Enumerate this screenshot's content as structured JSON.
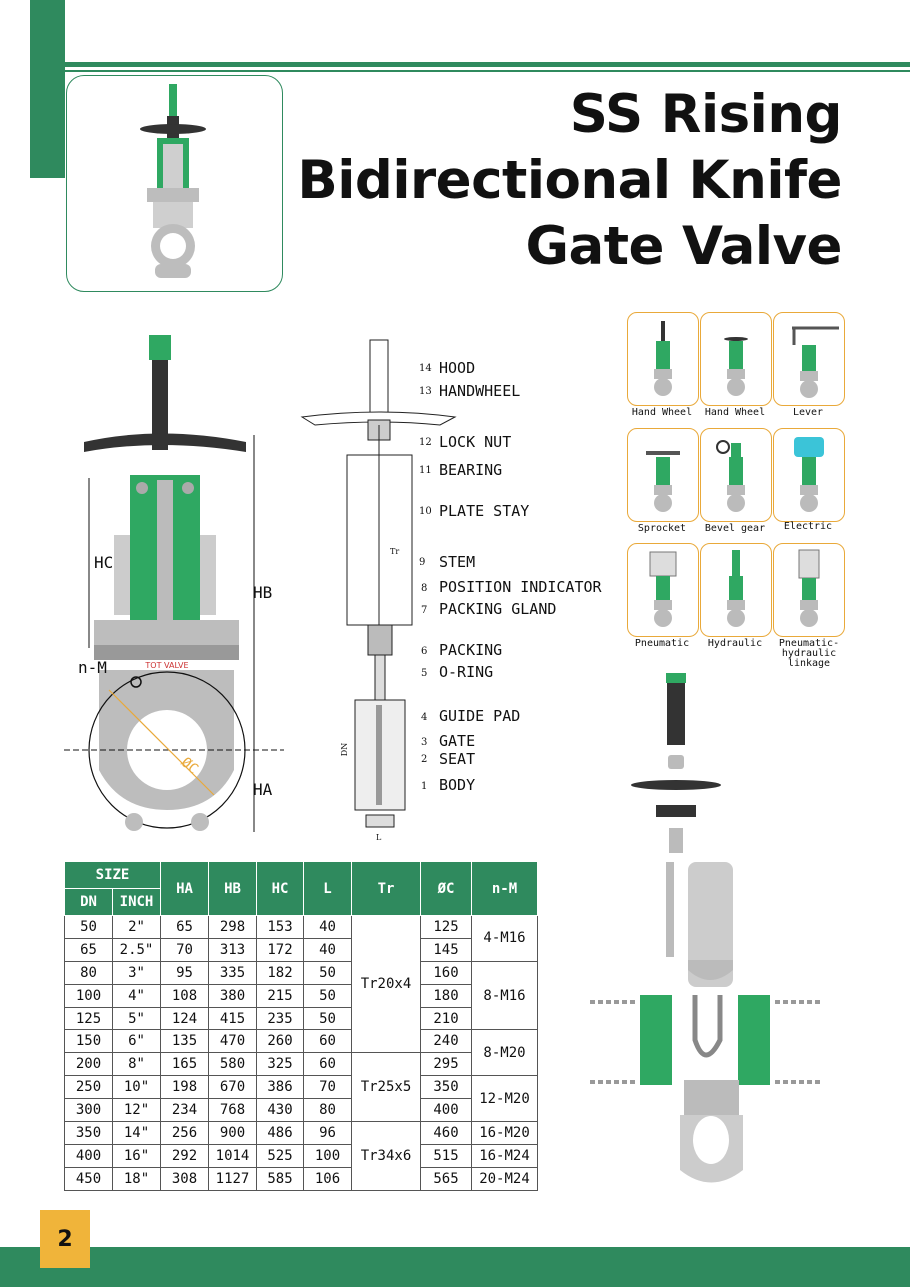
{
  "title": {
    "line1": "SS Rising",
    "line2": "Bidirectional Knife",
    "line3": "Gate Valve"
  },
  "page_number": "2",
  "brand_mark": "TOT VALVE",
  "dimensions": {
    "hc": "HC",
    "hb": "HB",
    "ha": "HA",
    "nm": "n-M",
    "oc": "ØC"
  },
  "section_labels": {
    "dn": "DN",
    "tr": "Tr",
    "l": "L"
  },
  "parts": [
    {
      "no": "14",
      "name": "HOOD"
    },
    {
      "no": "13",
      "name": "HANDWHEEL"
    },
    {
      "no": "12",
      "name": "LOCK NUT"
    },
    {
      "no": "11",
      "name": "BEARING"
    },
    {
      "no": "10",
      "name": "PLATE STAY"
    },
    {
      "no": "9",
      "name": "STEM"
    },
    {
      "no": "8",
      "name": "POSITION INDICATOR"
    },
    {
      "no": "7",
      "name": "PACKING GLAND"
    },
    {
      "no": "6",
      "name": "PACKING"
    },
    {
      "no": "5",
      "name": "O-RING"
    },
    {
      "no": "4",
      "name": "GUIDE PAD"
    },
    {
      "no": "3",
      "name": "GATE"
    },
    {
      "no": "2",
      "name": "SEAT"
    },
    {
      "no": "1",
      "name": "BODY"
    }
  ],
  "operators": [
    {
      "label": "Hand Wheel"
    },
    {
      "label": "Hand Wheel"
    },
    {
      "label": "Lever"
    },
    {
      "label": "Sprocket"
    },
    {
      "label": "Bevel gear"
    },
    {
      "label": "Electric"
    },
    {
      "label": "Pneumatic"
    },
    {
      "label": "Hydraulic"
    },
    {
      "label": "Pneumatic-hydraulic linkage"
    }
  ],
  "table": {
    "header": {
      "size": "SIZE",
      "dn": "DN",
      "inch": "INCH",
      "ha": "HA",
      "hb": "HB",
      "hc": "HC",
      "l": "L",
      "tr": "Tr",
      "oc": "ØC",
      "nm": "n-M"
    },
    "rows": [
      {
        "dn": "50",
        "inch": "2\"",
        "ha": "65",
        "hb": "298",
        "hc": "153",
        "l": "40",
        "oc": "125"
      },
      {
        "dn": "65",
        "inch": "2.5\"",
        "ha": "70",
        "hb": "313",
        "hc": "172",
        "l": "40",
        "oc": "145"
      },
      {
        "dn": "80",
        "inch": "3\"",
        "ha": "95",
        "hb": "335",
        "hc": "182",
        "l": "50",
        "oc": "160"
      },
      {
        "dn": "100",
        "inch": "4\"",
        "ha": "108",
        "hb": "380",
        "hc": "215",
        "l": "50",
        "oc": "180"
      },
      {
        "dn": "125",
        "inch": "5\"",
        "ha": "124",
        "hb": "415",
        "hc": "235",
        "l": "50",
        "oc": "210"
      },
      {
        "dn": "150",
        "inch": "6\"",
        "ha": "135",
        "hb": "470",
        "hc": "260",
        "l": "60",
        "oc": "240"
      },
      {
        "dn": "200",
        "inch": "8\"",
        "ha": "165",
        "hb": "580",
        "hc": "325",
        "l": "60",
        "oc": "295"
      },
      {
        "dn": "250",
        "inch": "10\"",
        "ha": "198",
        "hb": "670",
        "hc": "386",
        "l": "70",
        "oc": "350"
      },
      {
        "dn": "300",
        "inch": "12\"",
        "ha": "234",
        "hb": "768",
        "hc": "430",
        "l": "80",
        "oc": "400"
      },
      {
        "dn": "350",
        "inch": "14\"",
        "ha": "256",
        "hb": "900",
        "hc": "486",
        "l": "96",
        "oc": "460"
      },
      {
        "dn": "400",
        "inch": "16\"",
        "ha": "292",
        "hb": "1014",
        "hc": "525",
        "l": "100",
        "oc": "515"
      },
      {
        "dn": "450",
        "inch": "18\"",
        "ha": "308",
        "hb": "1127",
        "hc": "585",
        "l": "106",
        "oc": "565"
      }
    ],
    "tr_groups": [
      "Tr20x4",
      "Tr25x5",
      "Tr34x6"
    ],
    "nm_groups": [
      "4-M16",
      "8-M16",
      "8-M20",
      "12-M20",
      "16-M20",
      "16-M24",
      "20-M24"
    ]
  },
  "colors": {
    "accent": "#2f8a5e",
    "valve_green": "#2fa862",
    "page_badge": "#f0b43a",
    "option_border": "#e9a93a"
  }
}
